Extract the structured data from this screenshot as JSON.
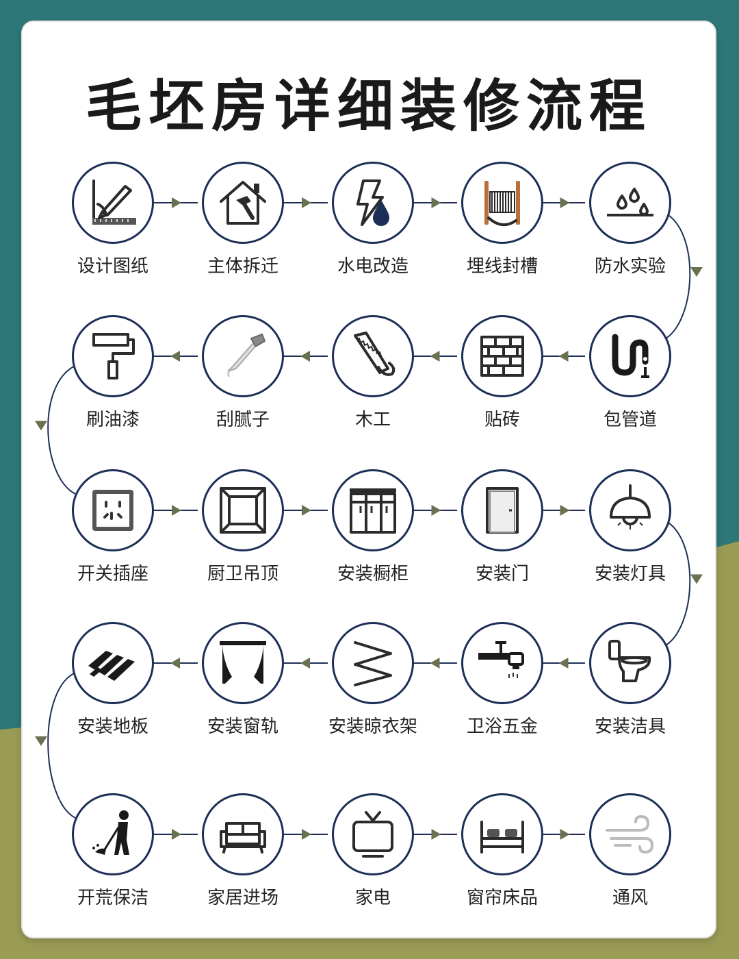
{
  "title": "毛坯房详细装修流程",
  "colors": {
    "background_top": "#2e7778",
    "background_bottom": "#9a9b55",
    "circle_border": "#1d2e57",
    "arrow": "#6b7050"
  },
  "rows": [
    [
      {
        "label": "设计图纸",
        "icon": "ruler-pencil-icon"
      },
      {
        "label": "主体拆迁",
        "icon": "house-hammer-icon"
      },
      {
        "label": "水电改造",
        "icon": "lightning-drop-icon"
      },
      {
        "label": "埋线封槽",
        "icon": "cable-reel-icon"
      },
      {
        "label": "防水实验",
        "icon": "water-drops-icon"
      }
    ],
    [
      {
        "label": "包管道",
        "icon": "pipe-icon"
      },
      {
        "label": "贴砖",
        "icon": "brick-wall-icon"
      },
      {
        "label": "木工",
        "icon": "saw-icon"
      },
      {
        "label": "刮腻子",
        "icon": "putty-knife-icon"
      },
      {
        "label": "刷油漆",
        "icon": "paint-roller-icon"
      }
    ],
    [
      {
        "label": "开关插座",
        "icon": "socket-icon"
      },
      {
        "label": "厨卫吊顶",
        "icon": "ceiling-panel-icon"
      },
      {
        "label": "安装橱柜",
        "icon": "cabinet-icon"
      },
      {
        "label": "安装门",
        "icon": "door-icon"
      },
      {
        "label": "安装灯具",
        "icon": "pendant-lamp-icon"
      }
    ],
    [
      {
        "label": "安装洁具",
        "icon": "toilet-icon"
      },
      {
        "label": "卫浴五金",
        "icon": "faucet-icon"
      },
      {
        "label": "安装晾衣架",
        "icon": "zigzag-rack-icon"
      },
      {
        "label": "安装窗轨",
        "icon": "curtain-icon"
      },
      {
        "label": "安装地板",
        "icon": "floor-planks-icon"
      }
    ],
    [
      {
        "label": "开荒保洁",
        "icon": "sweeping-person-icon"
      },
      {
        "label": "家居进场",
        "icon": "sofa-icon"
      },
      {
        "label": "家电",
        "icon": "tv-icon"
      },
      {
        "label": "窗帘床品",
        "icon": "bed-icon"
      },
      {
        "label": "通风",
        "icon": "wind-icon"
      }
    ]
  ]
}
